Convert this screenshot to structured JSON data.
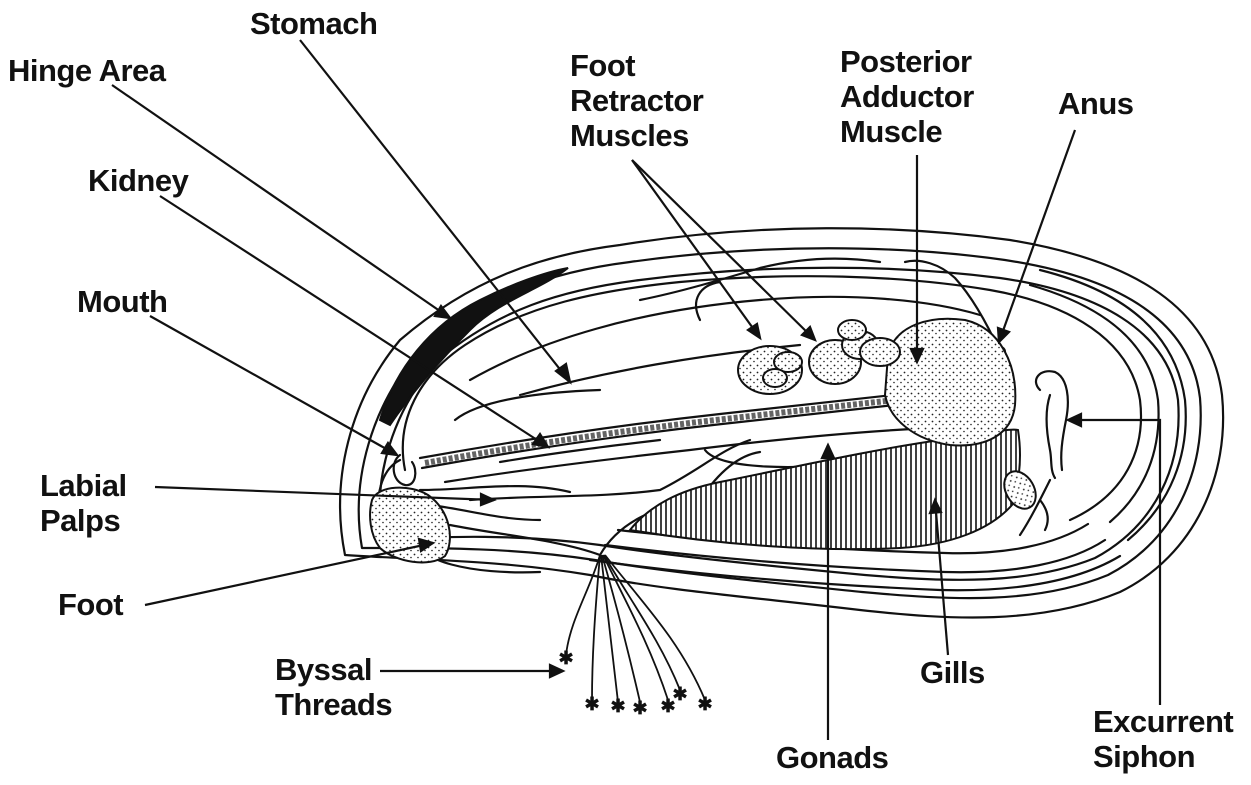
{
  "diagram": {
    "labels": {
      "stomach": [
        "Stomach"
      ],
      "hinge_area": [
        "Hinge Area"
      ],
      "kidney": [
        "Kidney"
      ],
      "mouth": [
        "Mouth"
      ],
      "labial_palps": [
        "Labial",
        "Palps"
      ],
      "foot": [
        "Foot"
      ],
      "byssal_threads": [
        "Byssal",
        "Threads"
      ],
      "foot_retractor_muscles": [
        "Foot",
        "Retractor",
        "Muscles"
      ],
      "posterior_adductor_muscle": [
        "Posterior",
        "Adductor",
        "Muscle"
      ],
      "anus": [
        "Anus"
      ],
      "gills": [
        "Gills"
      ],
      "gonads": [
        "Gonads"
      ],
      "excurrent_siphon": [
        "Excurrent",
        "Siphon"
      ]
    }
  }
}
